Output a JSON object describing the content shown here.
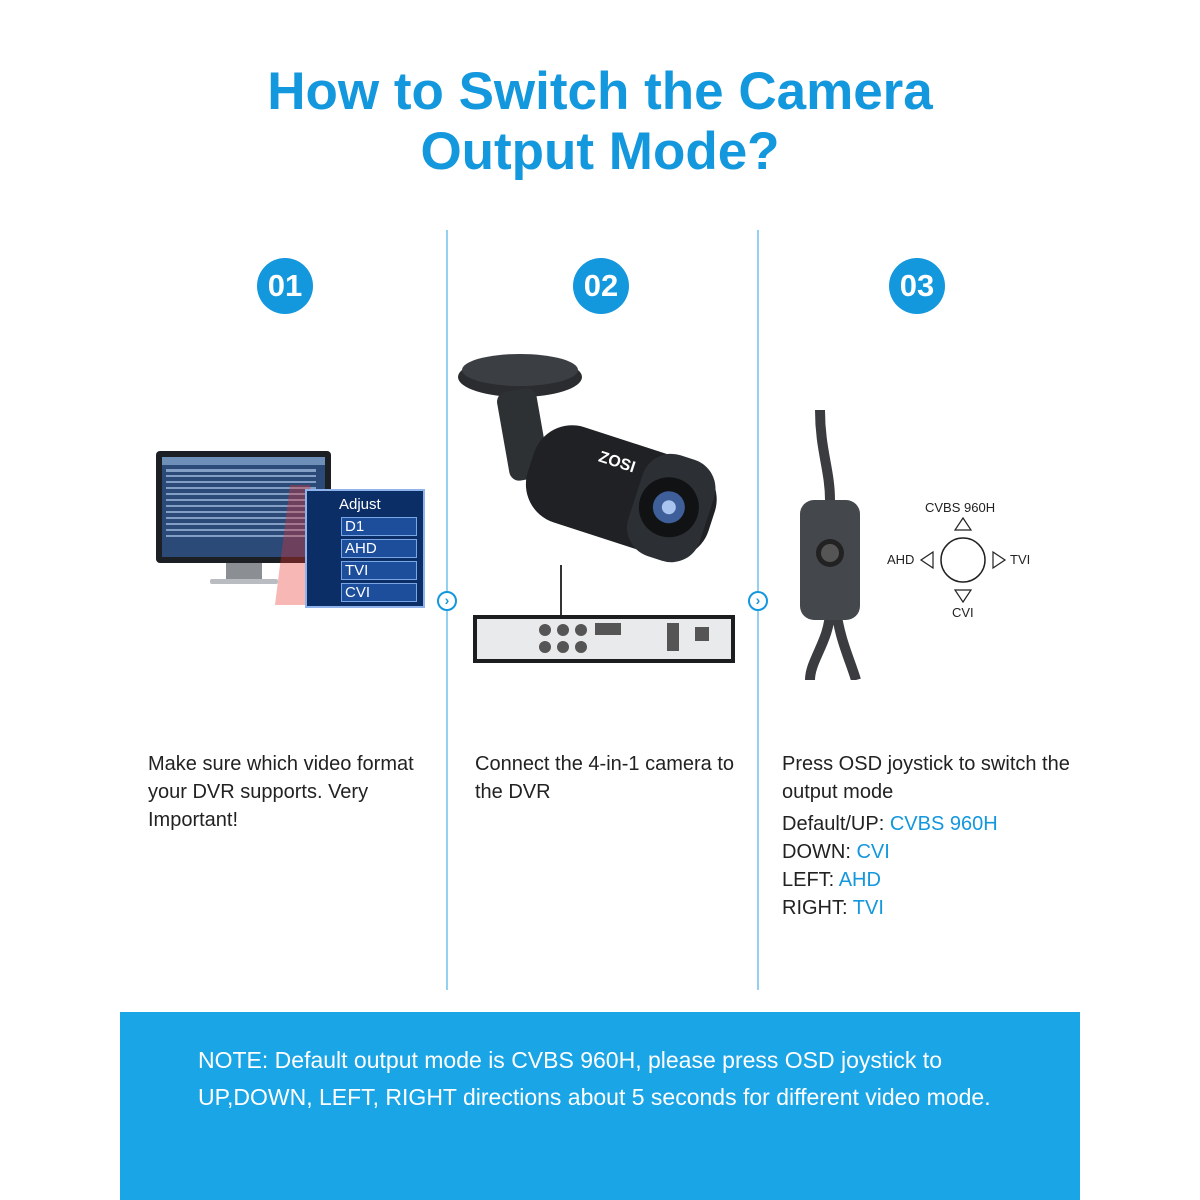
{
  "title": {
    "line1": "How to Switch the Camera",
    "line2": "Output Mode?"
  },
  "steps": [
    {
      "number": "01",
      "description": "Make sure which video format your DVR supports. Very Important!"
    },
    {
      "number": "02",
      "description": "Connect the 4-in-1 camera to the DVR"
    },
    {
      "number": "03",
      "description": "Press OSD joystick to switch the output mode"
    }
  ],
  "monitor": {
    "panel_title": "Adjust",
    "options": [
      "D1",
      "AHD",
      "TVI",
      "CVI"
    ]
  },
  "camera": {
    "brand": "ZOSI"
  },
  "joystick_diagram": {
    "up": "CVBS 960H",
    "down": "CVI",
    "left": "AHD",
    "right": "TVI"
  },
  "modes": [
    {
      "label": "Default/UP: ",
      "value": "CVBS 960H"
    },
    {
      "label": "DOWN: ",
      "value": "CVI"
    },
    {
      "label": "LEFT: ",
      "value": "AHD"
    },
    {
      "label": "RIGHT: ",
      "value": "TVI"
    }
  ],
  "note": "NOTE: Default output mode is CVBS 960H, please press OSD joystick to UP,DOWN, LEFT, RIGHT directions about 5 seconds for different video mode.",
  "colors": {
    "accent": "#1397dd",
    "note_bg": "#1aa5e6"
  },
  "icons": {
    "next": "chevron-right-icon"
  }
}
